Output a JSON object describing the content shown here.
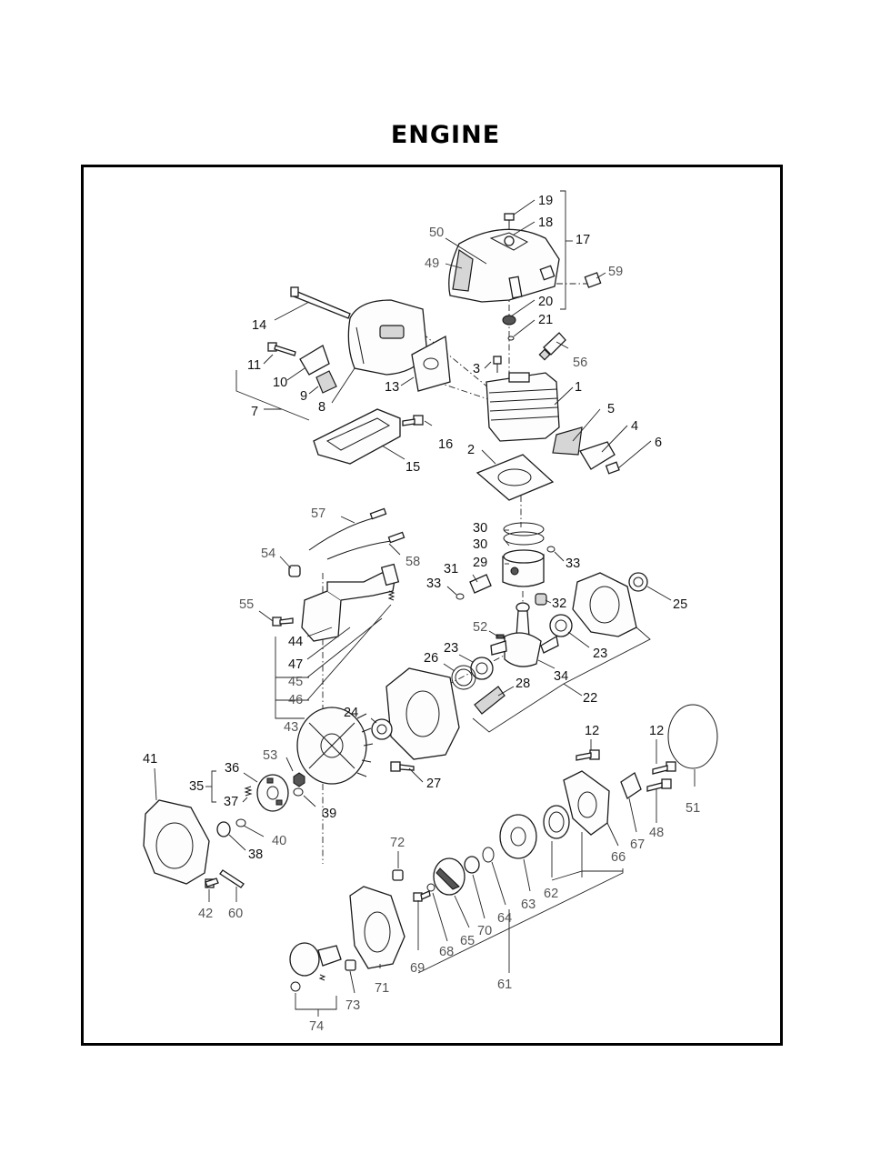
{
  "title": "ENGINE",
  "callouts": {
    "c1": "1",
    "c2": "2",
    "c3": "3",
    "c4": "4",
    "c5": "5",
    "c6": "6",
    "c7": "7",
    "c8": "8",
    "c9": "9",
    "c10": "10",
    "c11": "11",
    "c12a": "12",
    "c12b": "12",
    "c13": "13",
    "c14": "14",
    "c15": "15",
    "c16": "16",
    "c17": "17",
    "c18": "18",
    "c19": "19",
    "c20": "20",
    "c21": "21",
    "c22": "22",
    "c23a": "23",
    "c23b": "23",
    "c24": "24",
    "c25": "25",
    "c26": "26",
    "c27": "27",
    "c28": "28",
    "c29": "29",
    "c30a": "30",
    "c30b": "30",
    "c31": "31",
    "c32": "32",
    "c33a": "33",
    "c33b": "33",
    "c34": "34",
    "c35": "35",
    "c36": "36",
    "c37": "37",
    "c38": "38",
    "c39": "39",
    "c40": "40",
    "c41": "41",
    "c42": "42",
    "c43": "43",
    "c44": "44",
    "c45": "45",
    "c46": "46",
    "c47": "47",
    "c48": "48",
    "c49": "49",
    "c50": "50",
    "c51": "51",
    "c52": "52",
    "c53": "53",
    "c54": "54",
    "c55": "55",
    "c56": "56",
    "c57": "57",
    "c58": "58",
    "c59": "59",
    "c60": "60",
    "c61": "61",
    "c62": "62",
    "c63": "63",
    "c64": "64",
    "c65": "65",
    "c66": "66",
    "c67": "67",
    "c68": "68",
    "c69": "69",
    "c70": "70",
    "c71": "71",
    "c72": "72",
    "c73": "73",
    "c74": "74"
  }
}
